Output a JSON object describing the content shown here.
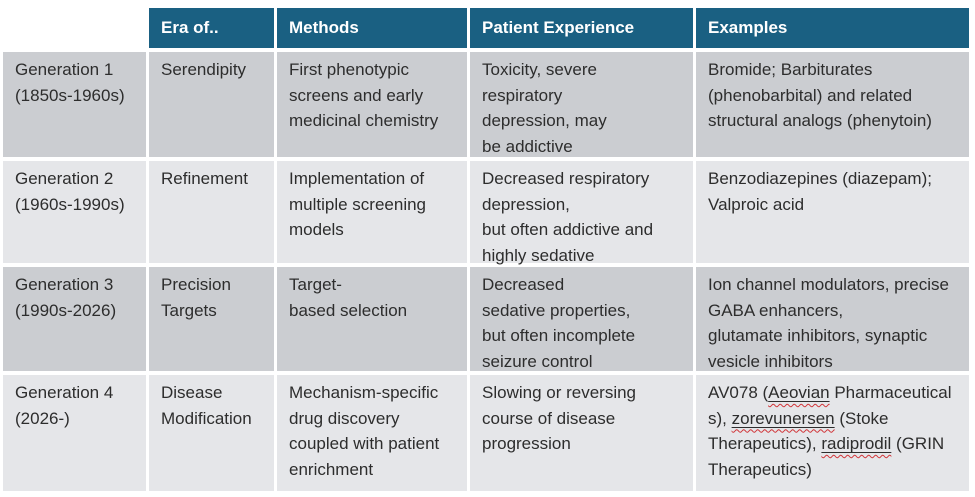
{
  "colors": {
    "header_bg": "#1a6082",
    "header_text": "#ffffff",
    "row_odd_bg": "#cbcdd1",
    "row_even_bg": "#e5e6e9",
    "body_text": "#2d2d2d",
    "spellcheck_underline": "#d13438"
  },
  "table": {
    "headers": {
      "era": "Era of..",
      "methods": "Methods",
      "patient_experience": "Patient Experience",
      "examples": "Examples"
    },
    "rows": [
      {
        "generation": "Generation 1\n(1850s-1960s)",
        "era": "Serendipity",
        "methods": "First phenotypic\nscreens and early\nmedicinal chemistry",
        "patient_experience": "Toxicity, severe\nrespiratory\ndepression, may\nbe addictive",
        "examples": "Bromide; Barbiturates\n(phenobarbital) and related\nstructural analogs (phenytoin)"
      },
      {
        "generation": "Generation 2\n(1960s-1990s)",
        "era": "Refinement",
        "methods": "Implementation of\nmultiple screening\nmodels",
        "patient_experience": "Decreased respiratory\ndepression,\nbut often addictive and\nhighly sedative",
        "examples": "Benzodiazepines (diazepam);\nValproic acid"
      },
      {
        "generation": "Generation 3\n(1990s-2026)",
        "era": "Precision\nTargets",
        "methods": "Target-\nbased selection",
        "patient_experience": "Decreased\nsedative properties,\nbut often incomplete\nseizure control",
        "examples": "Ion channel modulators, precise\nGABA enhancers,\nglutamate inhibitors, synaptic\nvesicle inhibitors"
      },
      {
        "generation": "Generation 4\n(2026-)",
        "era": "Disease\nModification",
        "methods": "Mechanism-specific\ndrug discovery\ncoupled with patient\nenrichment",
        "patient_experience": "Slowing or reversing\ncourse of disease\nprogression",
        "examples_segments": [
          {
            "t": "AV078 ("
          },
          {
            "t": "Aeovian",
            "wavy": true
          },
          {
            "t": " Pharmaceutical\ns), "
          },
          {
            "t": "zorevunersen",
            "wavy": true
          },
          {
            "t": " (Stoke\nTherapeutics), "
          },
          {
            "t": "radiprodil",
            "wavy": true
          },
          {
            "t": " (GRIN\nTherapeutics)"
          }
        ]
      }
    ]
  }
}
